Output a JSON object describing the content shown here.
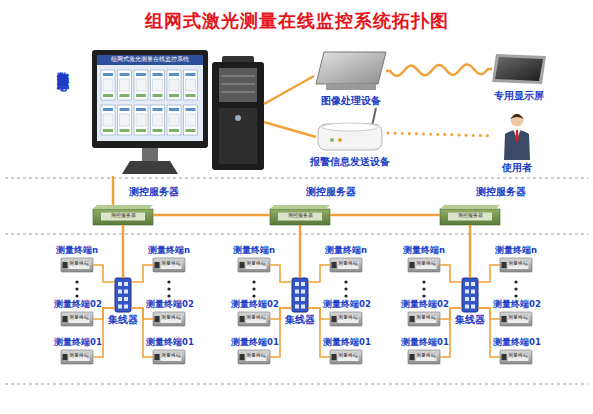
{
  "diagram": {
    "title": "组网式激光测量在线监控系统拓扑图",
    "nodes": [
      {
        "text": [
          "组网式激光测量在线监控系统"
        ]
      },
      {
        "text": [
          "图像处理设备"
        ]
      },
      {
        "text": [
          "报警信息发送设备"
        ]
      },
      {
        "text": [
          "专用显示屏"
        ]
      },
      {
        "text": [
          "使用者"
        ]
      },
      {
        "text": [
          "测控服务器",
          "测控服务器"
        ]
      },
      {
        "text": [
          "测控服务器",
          "测控服务器"
        ]
      },
      {
        "text": [
          "测控服务器",
          "测控服务器"
        ]
      },
      {
        "text": [
          "集线器"
        ]
      },
      {
        "text": [
          "测量终端n",
          "测量终端"
        ]
      },
      {
        "text": [
          "测量终端02",
          "测量终端"
        ]
      },
      {
        "text": [
          "测量终端01",
          "测量终端"
        ]
      },
      {
        "text": [
          "测量终端n",
          "测量终端"
        ]
      },
      {
        "text": [
          "测量终端02",
          "测量终端"
        ]
      },
      {
        "text": [
          "测量终端01",
          "测量终端"
        ]
      },
      {
        "text": [
          "集线器"
        ]
      },
      {
        "text": [
          "测量终端n",
          "测量终端"
        ]
      },
      {
        "text": [
          "测量终端02",
          "测量终端"
        ]
      },
      {
        "text": [
          "测量终端01",
          "测量终端"
        ]
      },
      {
        "text": [
          "测量终端n",
          "测量终端"
        ]
      },
      {
        "text": [
          "测量终端02",
          "测量终端"
        ]
      },
      {
        "text": [
          "测量终端01",
          "测量终端"
        ]
      },
      {
        "text": [
          "集线器"
        ]
      },
      {
        "text": [
          "测量终端n",
          "测量终端"
        ]
      },
      {
        "text": [
          "测量终端02",
          "测量终端"
        ]
      },
      {
        "text": [
          "测量终端01",
          "测量终端"
        ]
      },
      {
        "text": [
          "测量终端n",
          "测量终端"
        ]
      },
      {
        "text": [
          "测量终端02",
          "测量终端"
        ]
      },
      {
        "text": [
          "测量终端01",
          "测量终端"
        ]
      }
    ],
    "edges": [
      {
        "from": 0,
        "to": 5,
        "arrow": "none"
      },
      {
        "from": 5,
        "to": 6,
        "arrow": "none"
      },
      {
        "from": 6,
        "to": 7,
        "arrow": "none"
      },
      {
        "from": 1,
        "to": 3,
        "arrow": "none"
      },
      {
        "from": 2,
        "to": 4,
        "arrow": "none"
      },
      {
        "from": 5,
        "to": 8,
        "arrow": "none"
      },
      {
        "from": 8,
        "to": 9,
        "arrow": "none"
      },
      {
        "from": 8,
        "to": 10,
        "arrow": "none"
      },
      {
        "from": 8,
        "to": 11,
        "arrow": "none"
      },
      {
        "from": 8,
        "to": 12,
        "arrow": "none"
      },
      {
        "from": 8,
        "to": 13,
        "arrow": "none"
      },
      {
        "from": 8,
        "to": 14,
        "arrow": "none"
      },
      {
        "from": 6,
        "to": 15,
        "arrow": "none"
      },
      {
        "from": 15,
        "to": 16,
        "arrow": "none"
      },
      {
        "from": 15,
        "to": 17,
        "arrow": "none"
      },
      {
        "from": 15,
        "to": 18,
        "arrow": "none"
      },
      {
        "from": 15,
        "to": 19,
        "arrow": "none"
      },
      {
        "from": 15,
        "to": 20,
        "arrow": "none"
      },
      {
        "from": 15,
        "to": 21,
        "arrow": "none"
      },
      {
        "from": 7,
        "to": 22,
        "arrow": "none"
      },
      {
        "from": 22,
        "to": 23,
        "arrow": "none"
      },
      {
        "from": 22,
        "to": 24,
        "arrow": "none"
      },
      {
        "from": 22,
        "to": 25,
        "arrow": "none"
      },
      {
        "from": 22,
        "to": 26,
        "arrow": "none"
      },
      {
        "from": 22,
        "to": 27,
        "arrow": "none"
      },
      {
        "from": 22,
        "to": 28,
        "arrow": "none"
      }
    ],
    "labels": [
      "数据管理监控中心"
    ]
  }
}
